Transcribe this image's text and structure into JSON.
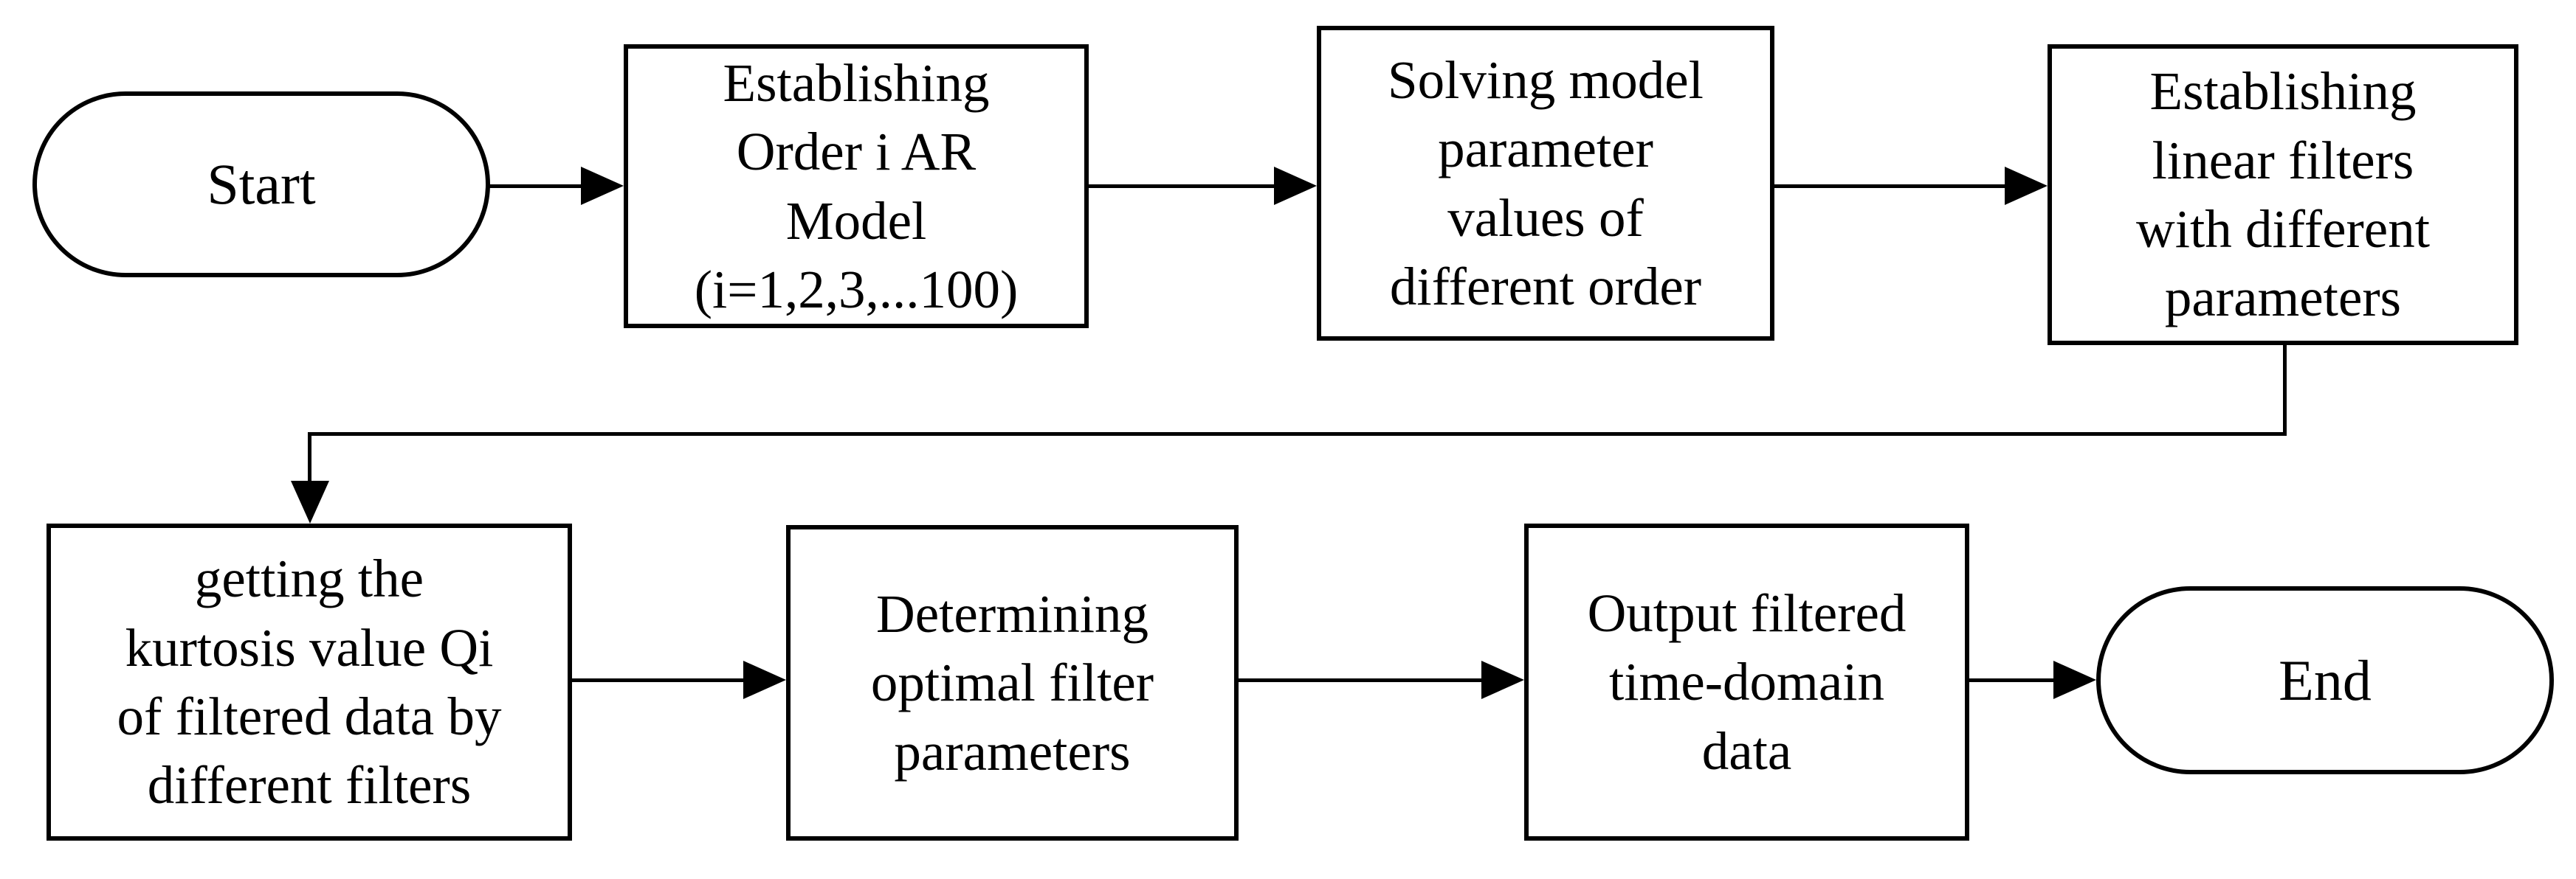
{
  "diagram": {
    "type": "flowchart",
    "background_color": "#ffffff",
    "stroke_color": "#000000",
    "text_color": "#000000",
    "nodes": [
      {
        "id": "start",
        "shape": "stadium",
        "label": "Start"
      },
      {
        "id": "ar-model",
        "shape": "rectangle",
        "label": "Establishing\nOrder i AR\nModel\n(i=1,2,3,...100)"
      },
      {
        "id": "solve-params",
        "shape": "rectangle",
        "label": "Solving model\nparameter\nvalues of\ndifferent order"
      },
      {
        "id": "linear-filters",
        "shape": "rectangle",
        "label": "Establishing\nlinear filters\nwith different\nparameters"
      },
      {
        "id": "kurtosis",
        "shape": "rectangle",
        "label": "getting the\nkurtosis value Qi\nof filtered data by\ndifferent filters"
      },
      {
        "id": "optimal-filter",
        "shape": "rectangle",
        "label": "Determining\noptimal filter\nparameters"
      },
      {
        "id": "output-data",
        "shape": "rectangle",
        "label": "Output filtered\ntime-domain\ndata"
      },
      {
        "id": "end",
        "shape": "stadium",
        "label": "End"
      }
    ],
    "edges": [
      {
        "from": "start",
        "to": "ar-model",
        "style": "straight-right-arrow"
      },
      {
        "from": "ar-model",
        "to": "solve-params",
        "style": "straight-right-arrow"
      },
      {
        "from": "solve-params",
        "to": "linear-filters",
        "style": "straight-right-arrow"
      },
      {
        "from": "linear-filters",
        "to": "kurtosis",
        "style": "elbow-down-left-down-arrow"
      },
      {
        "from": "kurtosis",
        "to": "optimal-filter",
        "style": "straight-right-arrow"
      },
      {
        "from": "optimal-filter",
        "to": "output-data",
        "style": "straight-right-arrow"
      },
      {
        "from": "output-data",
        "to": "end",
        "style": "straight-right-arrow"
      }
    ]
  }
}
